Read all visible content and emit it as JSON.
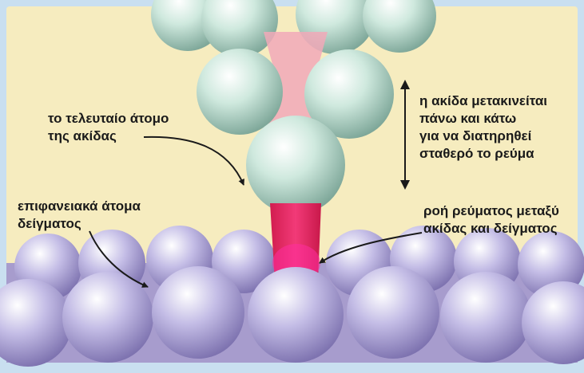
{
  "labels": {
    "tip_last_atom": [
      "το τελευταίο άτομο",
      "της ακίδας"
    ],
    "tip_motion": [
      "η ακίδα μετακινείται",
      "πάνω και κάτω",
      "για να διατηρηθεί",
      "σταθερό το ρεύμα"
    ],
    "surface_atoms": [
      "επιφανειακά άτομα",
      "δείγματος"
    ],
    "current_flow": [
      "ροή ρεύματος μεταξύ",
      "ακίδας και δείγματος"
    ]
  },
  "colors": {
    "background": "#f6ecbf",
    "frame": "#c9dff0",
    "tip_atom": "#c6e6d8",
    "sample_atom": "#b9b0de",
    "current": "#e8245c"
  }
}
